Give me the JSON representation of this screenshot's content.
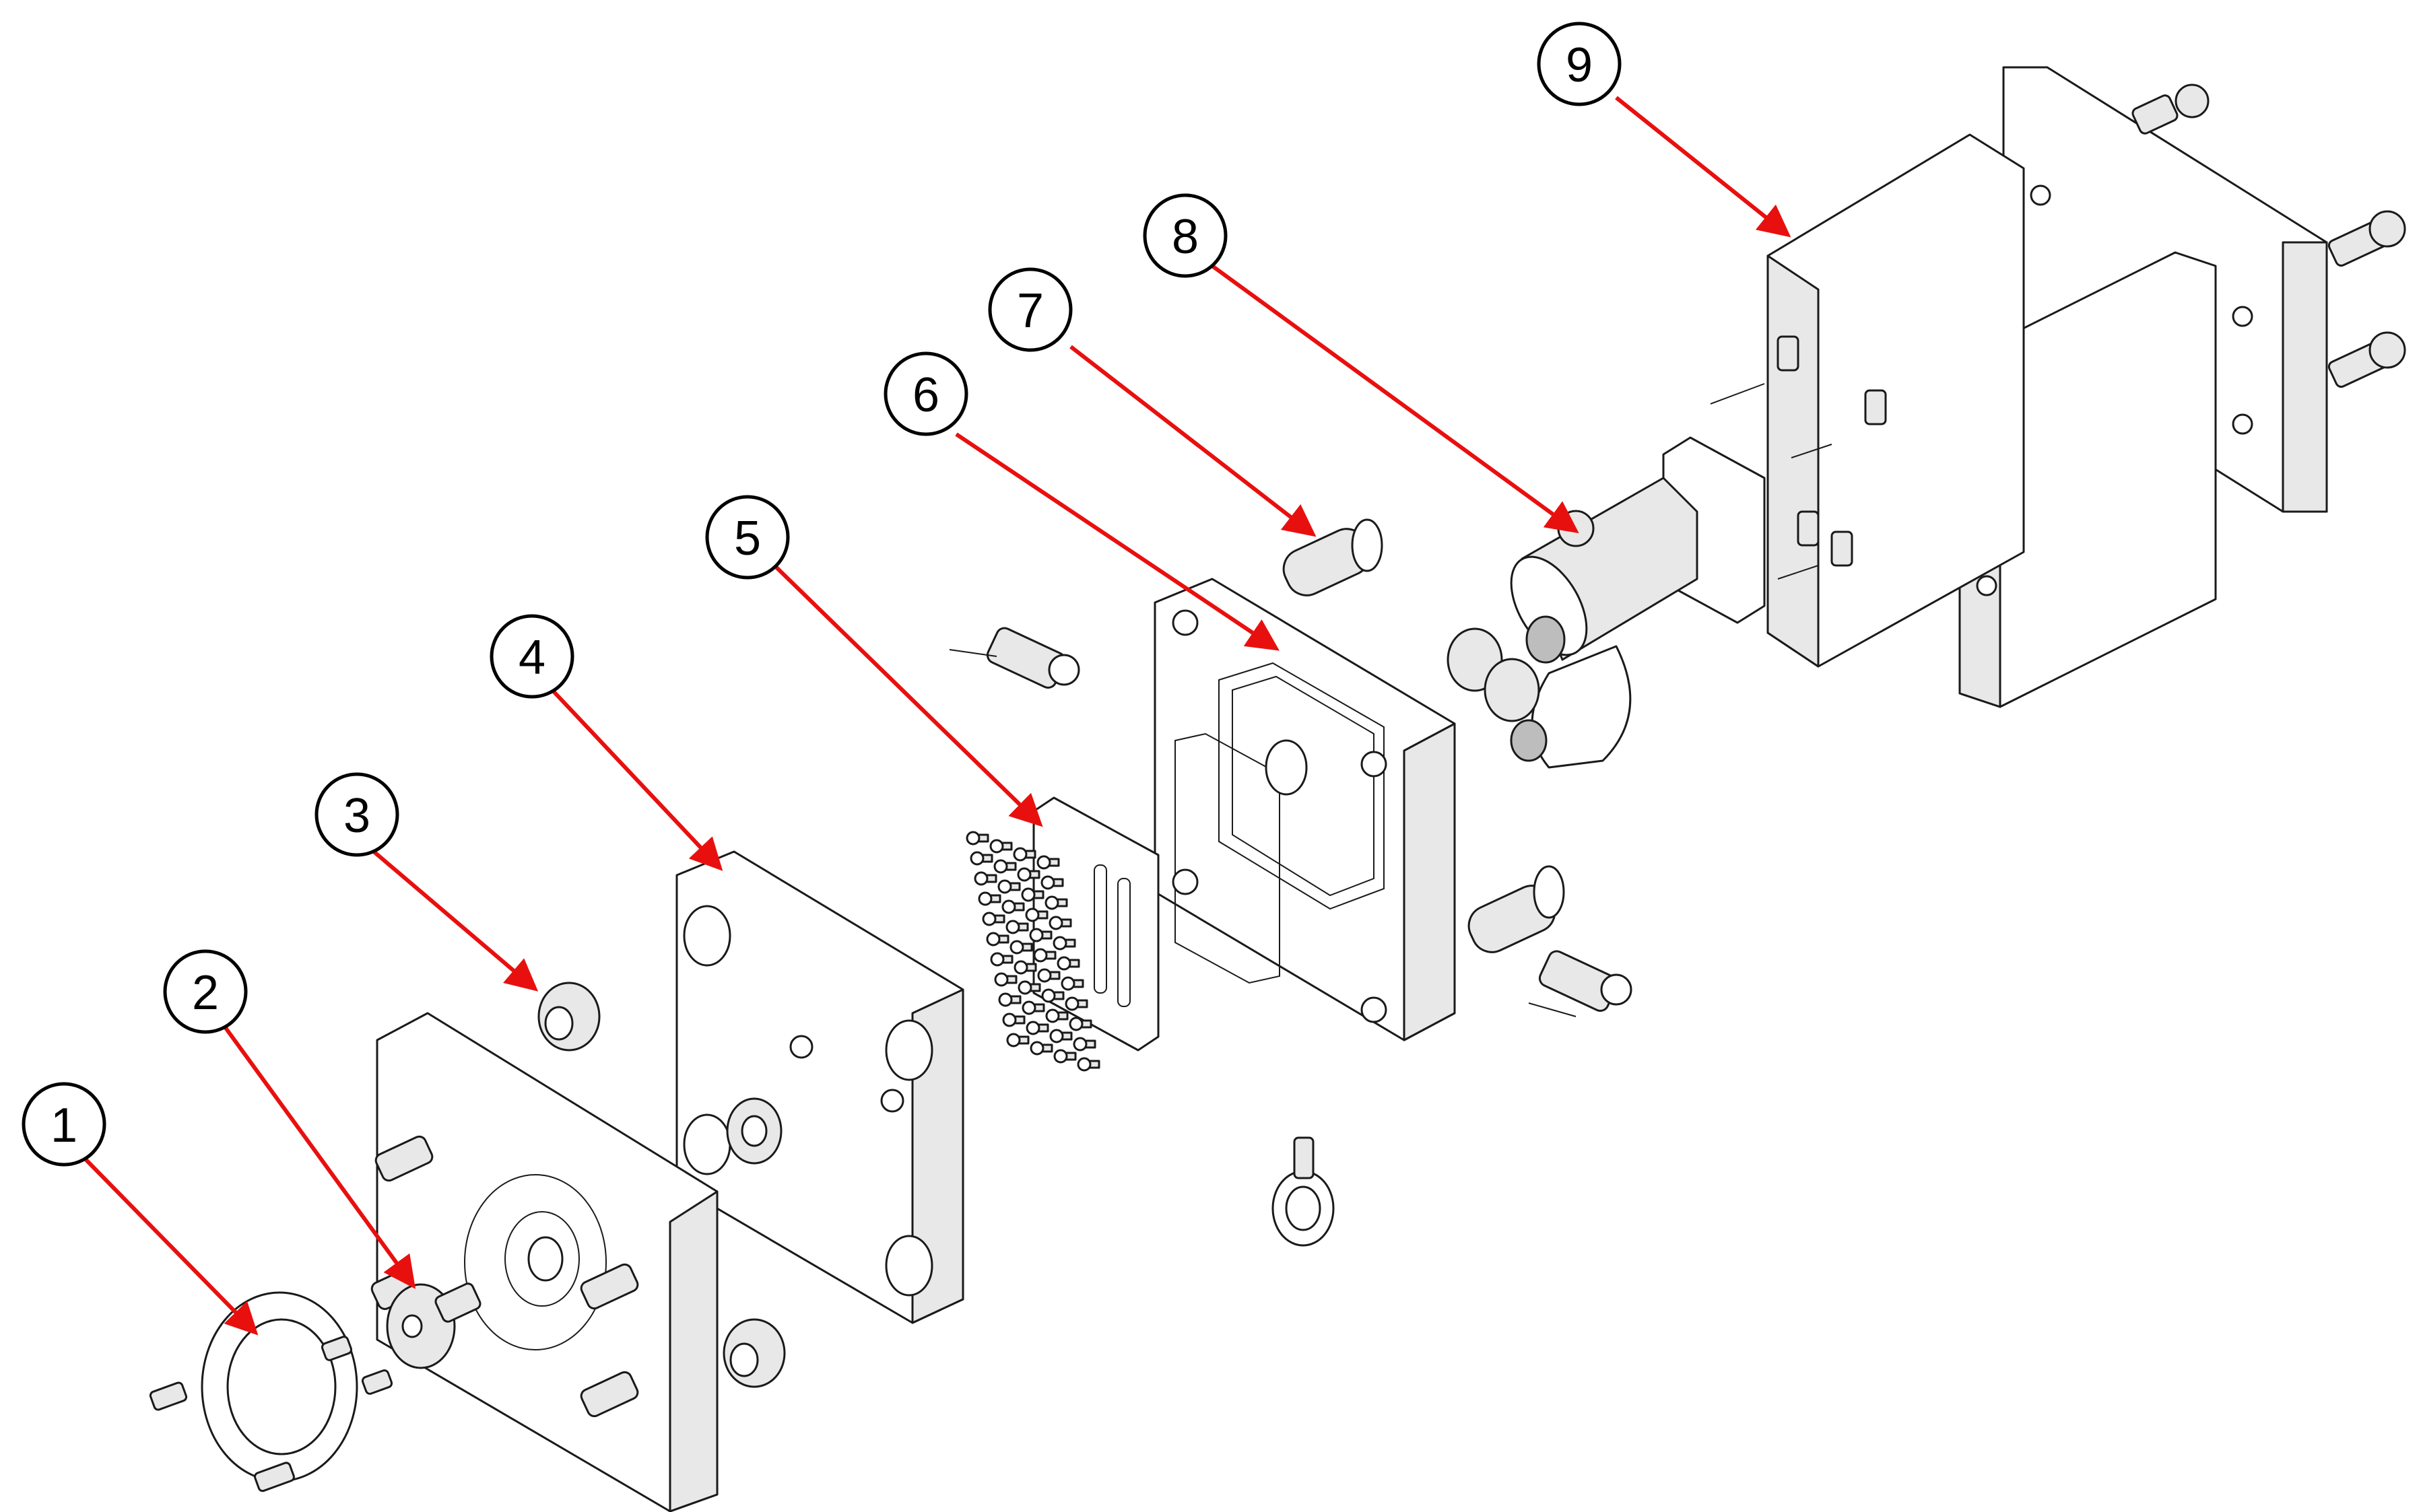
{
  "colors": {
    "leader": "#e8100f",
    "line": "#1a1a1a",
    "background": "#ffffff"
  },
  "callouts": [
    {
      "id": "callout-1",
      "label": "1"
    },
    {
      "id": "callout-2",
      "label": "2"
    },
    {
      "id": "callout-3",
      "label": "3"
    },
    {
      "id": "callout-4",
      "label": "4"
    },
    {
      "id": "callout-5",
      "label": "5"
    },
    {
      "id": "callout-6",
      "label": "6"
    },
    {
      "id": "callout-7",
      "label": "7"
    },
    {
      "id": "callout-8",
      "label": "8"
    },
    {
      "id": "callout-9",
      "label": "9"
    }
  ]
}
